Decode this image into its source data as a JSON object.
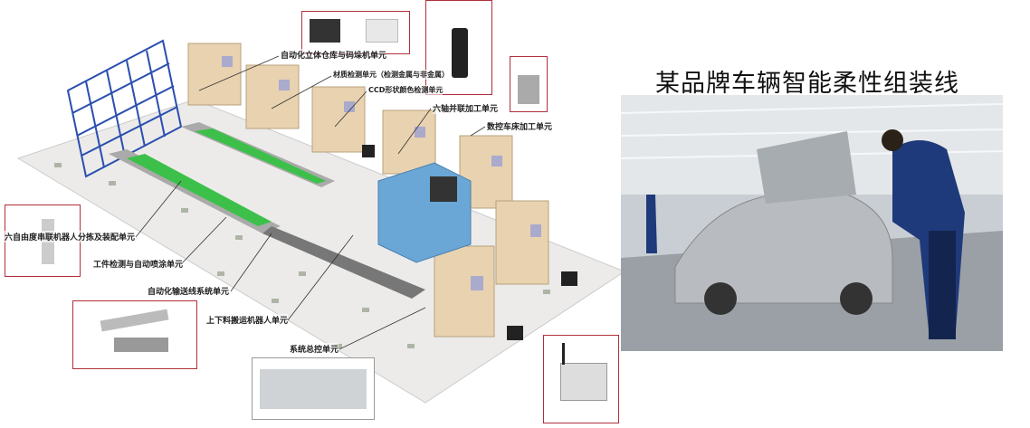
{
  "title": "某品牌车辆智能柔性组装线",
  "labels": {
    "warehouse": "自动化立体仓库与码垛机单元",
    "material": "材质检测单元（检测金属与非金属）",
    "ccd": "CCD形状颜色检测单元",
    "parallel": "六轴并联加工单元",
    "cnc": "数控车床加工单元",
    "serial_robot": "六自由度串联机器人分拣及装配单元",
    "inspection": "工件检测与自动喷涂单元",
    "conveyor": "自动化输送线系统单元",
    "loading_robot": "上下料搬运机器人单元",
    "control": "系统总控单元"
  },
  "colors": {
    "inset_border": "#b0303a",
    "conveyor_green": "#3cc04a",
    "rack_blue": "#2a4fb0",
    "cabinet": "#e8d2b0"
  }
}
